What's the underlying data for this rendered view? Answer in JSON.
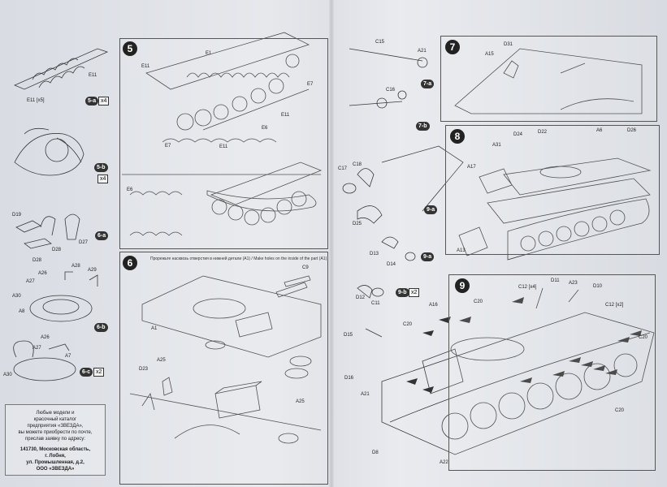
{
  "sheet": {
    "paper_color": "#e3e5ea",
    "ink_color": "#2a2a2a"
  },
  "steps": [
    {
      "number": "5",
      "labels": [
        "E1",
        "E11",
        "E7",
        "E11",
        "E6",
        "E7",
        "E11",
        "E6"
      ]
    },
    {
      "number": "6",
      "labels": [
        "C9",
        "A1",
        "D23",
        "A25",
        "A25"
      ],
      "note": "Прорежьте насквозь отверстия в нижней детали (A1) / Make holes on the inside of the part (A1)"
    },
    {
      "number": "7",
      "labels": [
        "D31",
        "A15"
      ]
    },
    {
      "number": "8",
      "labels": [
        "A31",
        "D24",
        "D22",
        "A6",
        "D26",
        "A17",
        "A13"
      ]
    },
    {
      "number": "9",
      "labels": [
        "C12 [x4]",
        "D11",
        "A23",
        "D10",
        "C12 [x2]",
        "C20",
        "C20",
        "A16",
        "D15",
        "D16",
        "A21",
        "C20",
        "A22",
        "C20",
        "D8"
      ]
    }
  ],
  "left_column": {
    "labels": [
      "E11 [x5]",
      "E11",
      "D19",
      "D28",
      "D27",
      "D28",
      "A26",
      "A28",
      "A27",
      "A29",
      "A30",
      "A8",
      "A26",
      "A27",
      "A7",
      "A30"
    ],
    "badges": [
      "5-a",
      "x4",
      "5-b",
      "x4",
      "6-a",
      "6-b",
      "6-c",
      "x2"
    ]
  },
  "right_column": {
    "labels": [
      "C15",
      "A21",
      "C16",
      "C17",
      "C18",
      "D25",
      "D13",
      "D14",
      "D12",
      "C11"
    ],
    "badges": [
      "7-a",
      "7-b",
      "9-a",
      "9-a",
      "9-b",
      "x2"
    ]
  },
  "info_box": {
    "lines": [
      "Любые модели и",
      "красочный каталог",
      "предприятия «ЗВЕЗДА»,",
      "вы можете приобрести по почте,",
      "прислав заявку по адресу:"
    ],
    "address": [
      "141730, Московская область,",
      "г. Лобня,",
      "ул. Промышленная, д.2,",
      "ООО «ЗВЕЗДА»"
    ]
  }
}
